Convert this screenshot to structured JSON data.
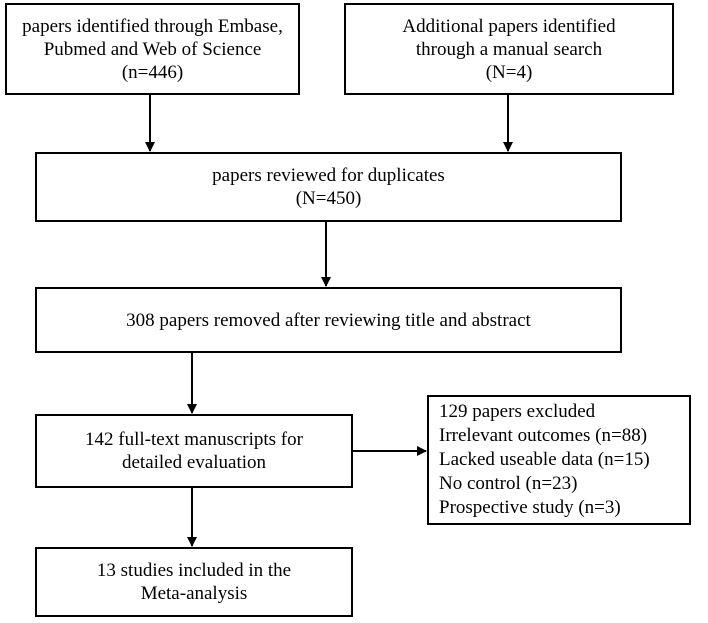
{
  "boxes": {
    "identified": {
      "lines": [
        "papers identified through Embase,",
        "Pubmed and Web of Science",
        "(n=446)"
      ]
    },
    "manual": {
      "lines": [
        "Additional papers identified",
        "through a manual search",
        "(N=4)"
      ]
    },
    "duplicates": {
      "lines": [
        "papers reviewed for duplicates",
        "(N=450)"
      ]
    },
    "removed": {
      "lines": [
        "308 papers removed after reviewing title and abstract"
      ]
    },
    "fulltext": {
      "lines": [
        "142 full-text manuscripts for",
        "detailed evaluation"
      ]
    },
    "excluded": {
      "lines": [
        "129 papers excluded",
        "Irrelevant outcomes (n=88)",
        "Lacked useable data (n=15)",
        "No control (n=23)",
        "Prospective study (n=3)"
      ]
    },
    "included": {
      "lines": [
        "13 studies included in the",
        "Meta-analysis"
      ]
    }
  }
}
